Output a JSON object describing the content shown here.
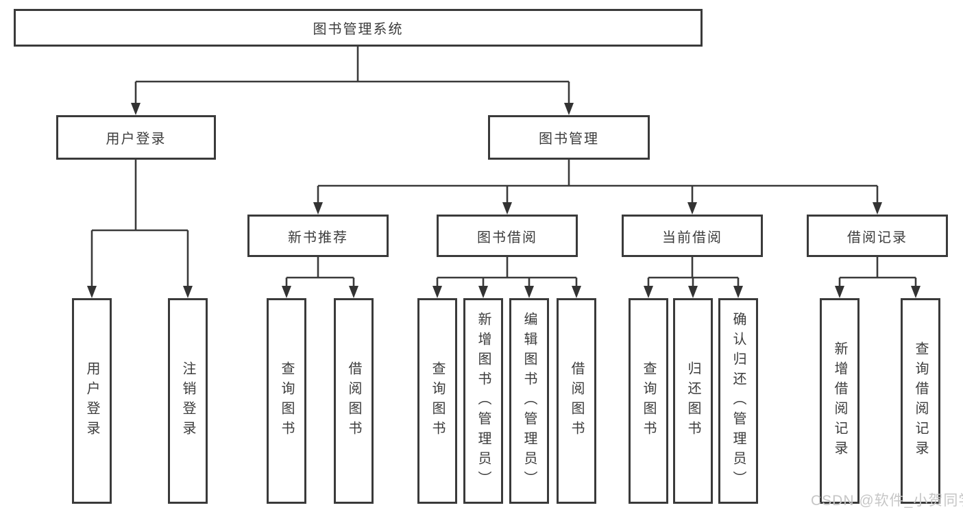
{
  "diagram": {
    "title": "图书管理系统",
    "level2": [
      {
        "id": "user-login",
        "label": "用户登录"
      },
      {
        "id": "book-management",
        "label": "图书管理"
      }
    ],
    "level3": [
      {
        "id": "new-book-recommend",
        "label": "新书推荐",
        "parent": "图书管理"
      },
      {
        "id": "book-borrow",
        "label": "图书借阅",
        "parent": "图书管理"
      },
      {
        "id": "current-borrow",
        "label": "当前借阅",
        "parent": "图书管理"
      },
      {
        "id": "borrow-records",
        "label": "借阅记录",
        "parent": "图书管理"
      }
    ],
    "leaves": [
      {
        "id": "user-login-leaf",
        "label": "用户登录",
        "parent": "用户登录"
      },
      {
        "id": "logout",
        "label": "注销登录",
        "parent": "用户登录"
      },
      {
        "id": "query-books-recomm",
        "label": "查询图书",
        "parent": "新书推荐"
      },
      {
        "id": "borrow-books-recomm",
        "label": "借阅图书",
        "parent": "新书推荐"
      },
      {
        "id": "query-books-borrow",
        "label": "查询图书",
        "parent": "图书借阅"
      },
      {
        "id": "add-books-admin",
        "label": "新增图书（管理员）",
        "parent": "图书借阅"
      },
      {
        "id": "edit-books-admin",
        "label": "编辑图书（管理员）",
        "parent": "图书借阅"
      },
      {
        "id": "borrow-books",
        "label": "借阅图书",
        "parent": "图书借阅"
      },
      {
        "id": "query-books-current",
        "label": "查询图书",
        "parent": "当前借阅"
      },
      {
        "id": "return-books",
        "label": "归还图书",
        "parent": "当前借阅"
      },
      {
        "id": "confirm-return-admin",
        "label": "确认归还（管理员）",
        "parent": "当前借阅"
      },
      {
        "id": "add-borrow-record",
        "label": "新增借阅记录",
        "parent": "借阅记录"
      },
      {
        "id": "query-borrow-record",
        "label": "查询借阅记录",
        "parent": "借阅记录"
      }
    ],
    "colors": {
      "line": "#3a3a3a",
      "box_border": "#3a3a3a",
      "box_fill": "#ffffff",
      "text": "#3c3c3c",
      "watermark": "#c6c6c6"
    }
  },
  "watermark": {
    "text": "CSDN @软件_小贺同学"
  }
}
